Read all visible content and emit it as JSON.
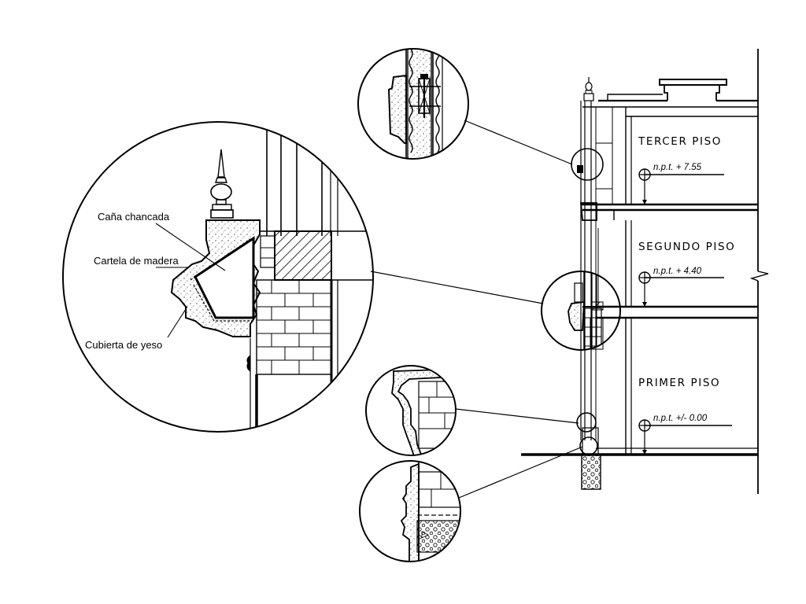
{
  "callout_labels": {
    "cana": "Caña chancada",
    "cartela": "Cartela de madera",
    "cubierta": "Cubierta de yeso"
  },
  "floors": {
    "tercer": {
      "name": "TERCER PISO",
      "level": "n.p.t. + 7.55"
    },
    "segundo": {
      "name": "SEGUNDO PISO",
      "level": "n.p.t. + 4.40"
    },
    "primer": {
      "name": "PRIMER PISO",
      "level": "n.p.t. +/- 0.00"
    }
  },
  "details": [
    {
      "name": "detail-parapet-cornice"
    },
    {
      "name": "detail-floor-cornice"
    },
    {
      "name": "detail-plinth-upper"
    },
    {
      "name": "detail-plinth-lower"
    }
  ]
}
